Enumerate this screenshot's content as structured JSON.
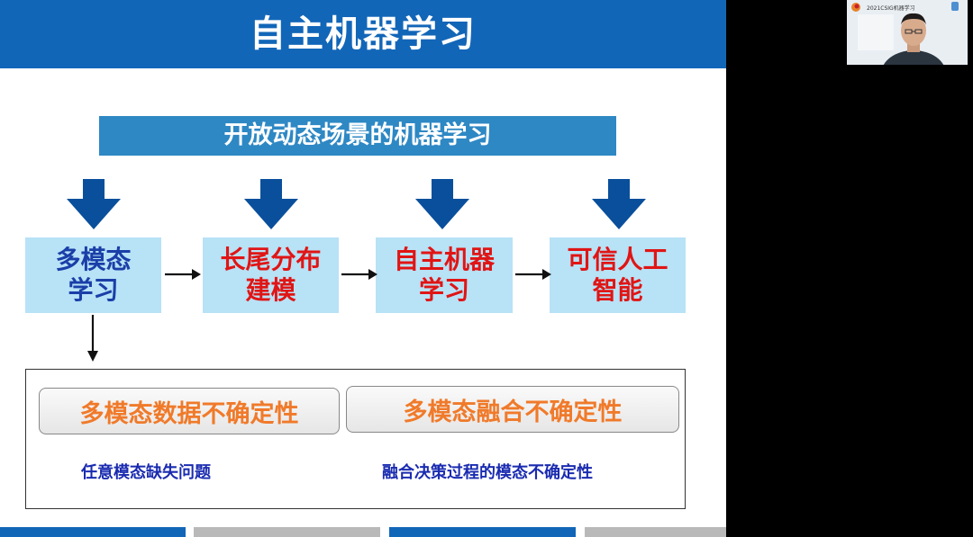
{
  "slide": {
    "title": "自主机器学习",
    "subtitle": "开放动态场景的机器学习",
    "flow_boxes": [
      {
        "label": "多模态\n学习",
        "color": "#1a3fa8"
      },
      {
        "label": "长尾分布\n建模",
        "color": "#e01515"
      },
      {
        "label": "自主机器\n学习",
        "color": "#e01515"
      },
      {
        "label": "可信人工\n智能",
        "color": "#e01515"
      }
    ],
    "uncertainties": [
      {
        "label": "多模态数据不确定性",
        "note": "任意模态缺失问题"
      },
      {
        "label": "多模态融合不确定性",
        "note": "融合决策过程的模态不确定性"
      }
    ]
  },
  "webcam": {
    "banner": "2021CSIG机器学习"
  },
  "colors": {
    "title_bar": "#1266b8",
    "arrow": "#0a4f9c",
    "box_fill": "#b8e2f6",
    "pill_text": "#f07a2a",
    "note_text": "#1a2bb0"
  }
}
